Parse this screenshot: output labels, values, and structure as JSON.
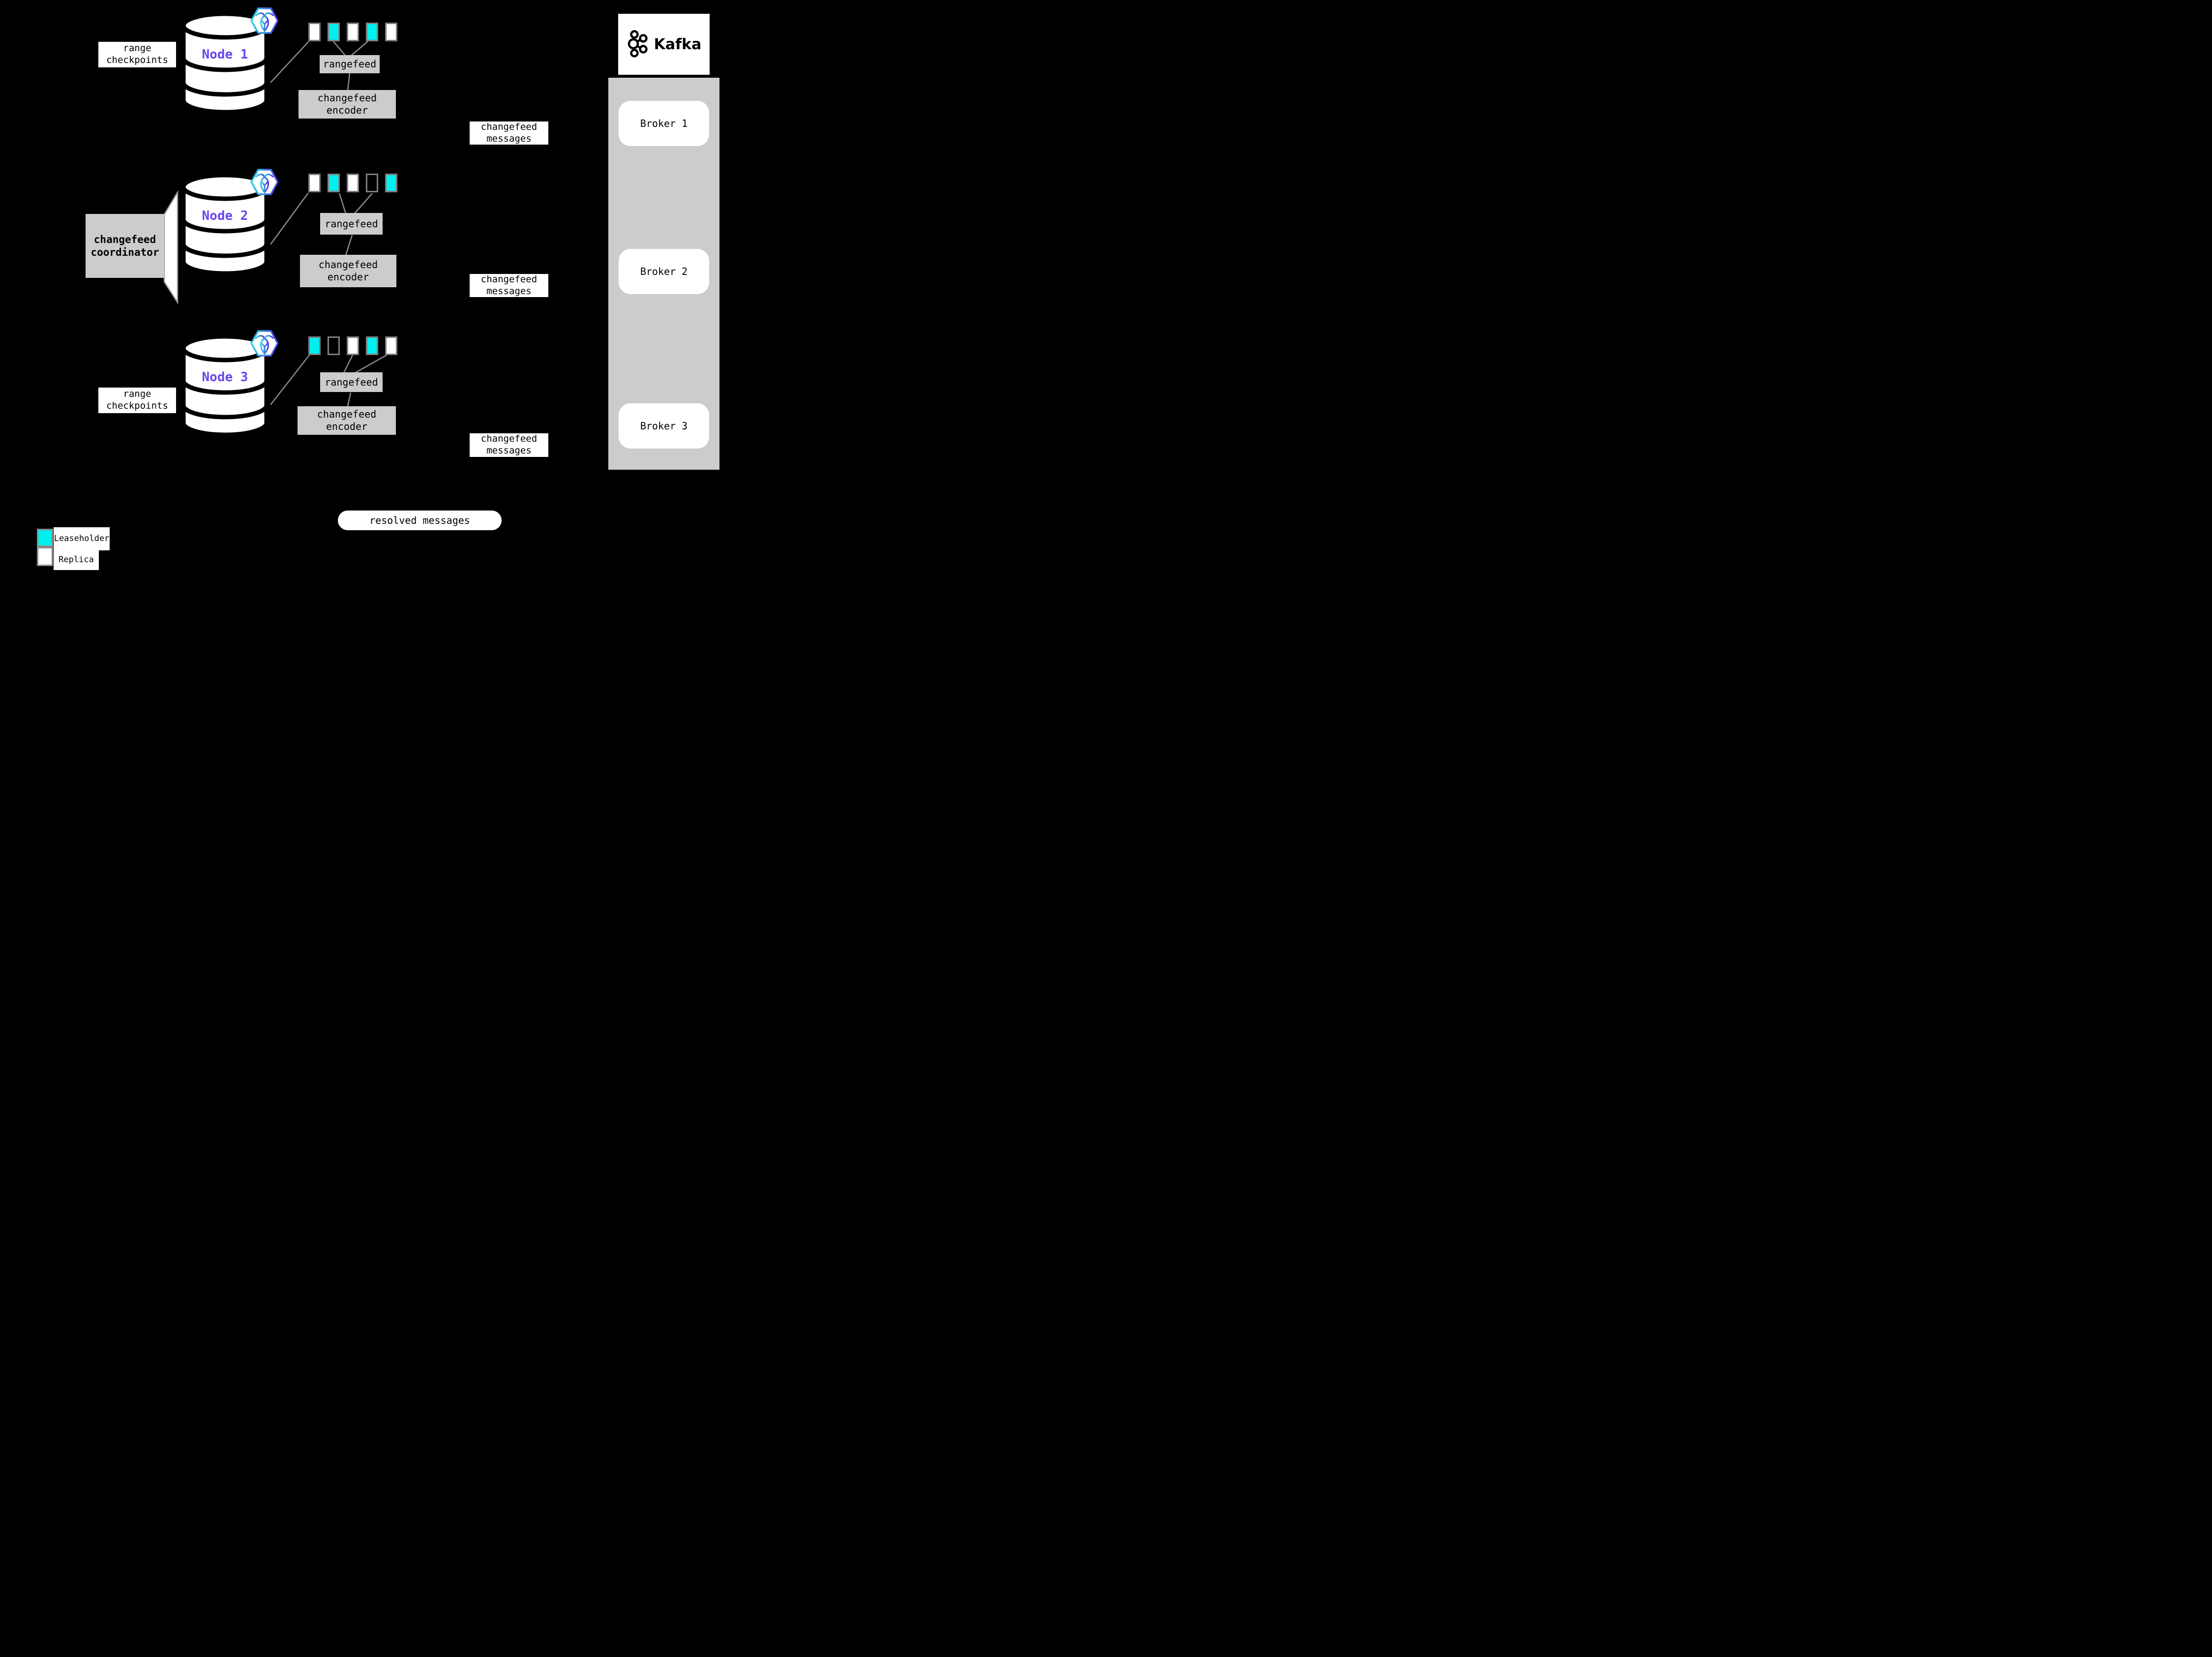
{
  "nodes": [
    {
      "name": "Node 1",
      "ranges": [
        "replica",
        "leaseholder",
        "replica",
        "leaseholder",
        "replica"
      ]
    },
    {
      "name": "Node 2",
      "ranges": [
        "replica",
        "leaseholder",
        "replica",
        "empty",
        "leaseholder"
      ]
    },
    {
      "name": "Node 3",
      "ranges": [
        "leaseholder",
        "empty",
        "replica",
        "leaseholder",
        "replica"
      ]
    }
  ],
  "labels": {
    "range_checkpoints": {
      "line1": "range",
      "line2": "checkpoints"
    },
    "coordinator": {
      "line1": "changefeed",
      "line2": "coordinator"
    },
    "rangefeed": "rangefeed",
    "encoder": {
      "line1": "changefeed",
      "line2": "encoder"
    },
    "messages": {
      "line1": "changefeed",
      "line2": "messages"
    },
    "resolved": "resolved messages"
  },
  "kafka": {
    "logo_text": "Kafka",
    "brokers": [
      "Broker 1",
      "Broker 2",
      "Broker 3"
    ]
  },
  "legend": {
    "items": [
      {
        "type": "leaseholder",
        "label": "Leaseholder"
      },
      {
        "type": "replica",
        "label": "Replica"
      }
    ]
  },
  "icons": {
    "node_badge": "cockroachdb-icon",
    "kafka_logo": "kafka-logo-icon",
    "node_shape": "database-cylinder"
  },
  "colors": {
    "background": "#000000",
    "leaseholder_teal": "#00efef",
    "replica_white": "#ffffff",
    "panel_gray": "#cccccc",
    "line_gray": "#8a8a8a",
    "node_label_purple": "#6a45f0"
  }
}
